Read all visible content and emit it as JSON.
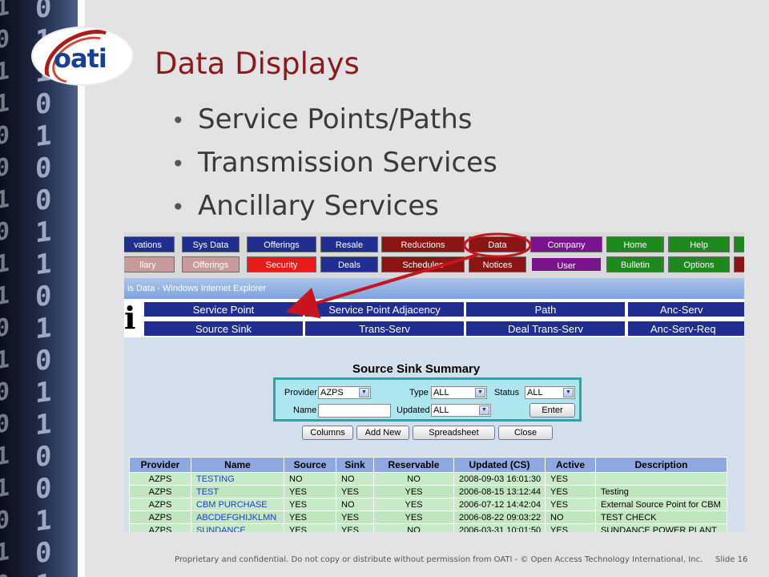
{
  "slide": {
    "title": "Data Displays",
    "bullets": [
      "Service Points/Paths",
      "Transmission Services",
      "Ancillary Services"
    ],
    "footer": "Proprietary and confidential. Do not copy or distribute without permission from OATI - © Open Access Technology International, Inc.",
    "slide_number": "Slide 16",
    "logo_text": "oati"
  },
  "nav": {
    "row1": [
      {
        "label": "vations",
        "color": "#1f2e8f"
      },
      {
        "label": "Sys Data",
        "color": "#1f2e8f"
      },
      {
        "label": "Offerings",
        "color": "#1f2e8f"
      },
      {
        "label": "Resale",
        "color": "#1f2e8f"
      },
      {
        "label": "Reductions",
        "color": "#8b1414"
      },
      {
        "label": "Data",
        "color": "#8b1414"
      },
      {
        "label": "Company",
        "color": "#7a148c"
      },
      {
        "label": "Home",
        "color": "#1e8a1e"
      },
      {
        "label": "Help",
        "color": "#1e8a1e"
      }
    ],
    "row2": [
      {
        "label": "llary",
        "color": "#c99a9a"
      },
      {
        "label": "Offerings",
        "color": "#c99a9a"
      },
      {
        "label": "Security",
        "color": "#e81b1b"
      },
      {
        "label": "Deals",
        "color": "#1f2e8f"
      },
      {
        "label": "Schedules",
        "color": "#8b1414"
      },
      {
        "label": "Notices",
        "color": "#8b1414"
      },
      {
        "label": "User",
        "color": "#7a148c"
      },
      {
        "label": "Bulletin",
        "color": "#1e8a1e"
      },
      {
        "label": "Options",
        "color": "#1e8a1e"
      }
    ]
  },
  "browser": {
    "window_title": "is Data - Windows Internet Explorer"
  },
  "submenu": {
    "row1": [
      "Service Point",
      "Service Point Adjacency",
      "Path",
      "Anc-Serv"
    ],
    "row2": [
      "Source Sink",
      "Trans-Serv",
      "Deal Trans-Serv",
      "Anc-Serv-Req"
    ]
  },
  "summary": {
    "title": "Source Sink Summary"
  },
  "filters": {
    "provider_label": "Provider",
    "provider_value": "AZPS",
    "type_label": "Type",
    "type_value": "ALL",
    "status_label": "Status",
    "status_value": "ALL",
    "name_label": "Name",
    "name_value": "",
    "updated_label": "Updated",
    "updated_value": "ALL",
    "enter_label": "Enter"
  },
  "actions": [
    "Columns",
    "Add New",
    "Spreadsheet",
    "Close"
  ],
  "table": {
    "headers": [
      "Provider",
      "Name",
      "Source",
      "Sink",
      "Reservable",
      "Updated (CS)",
      "Active",
      "Description"
    ],
    "rows": [
      [
        "AZPS",
        "TESTING",
        "NO",
        "NO",
        "NO",
        "2008-09-03 16:01:30",
        "YES",
        ""
      ],
      [
        "AZPS",
        "TEST",
        "YES",
        "YES",
        "YES",
        "2006-08-15 13:12:44",
        "YES",
        "Testing"
      ],
      [
        "AZPS",
        "CBM PURCHASE",
        "YES",
        "NO",
        "YES",
        "2006-07-12 14:42:04",
        "YES",
        "External Source Point for CBM"
      ],
      [
        "AZPS",
        "ABCDEFGHIJKLMN",
        "YES",
        "YES",
        "YES",
        "2006-08-22 09:03:22",
        "NO",
        "TEST CHECK"
      ],
      [
        "AZPS",
        "SUNDANCE",
        "YES",
        "YES",
        "NO",
        "2006-03-31 10:01:50",
        "YES",
        "SUNDANCE POWER PLANT"
      ]
    ]
  },
  "colors": {
    "annotation_red": "#c8141e"
  }
}
